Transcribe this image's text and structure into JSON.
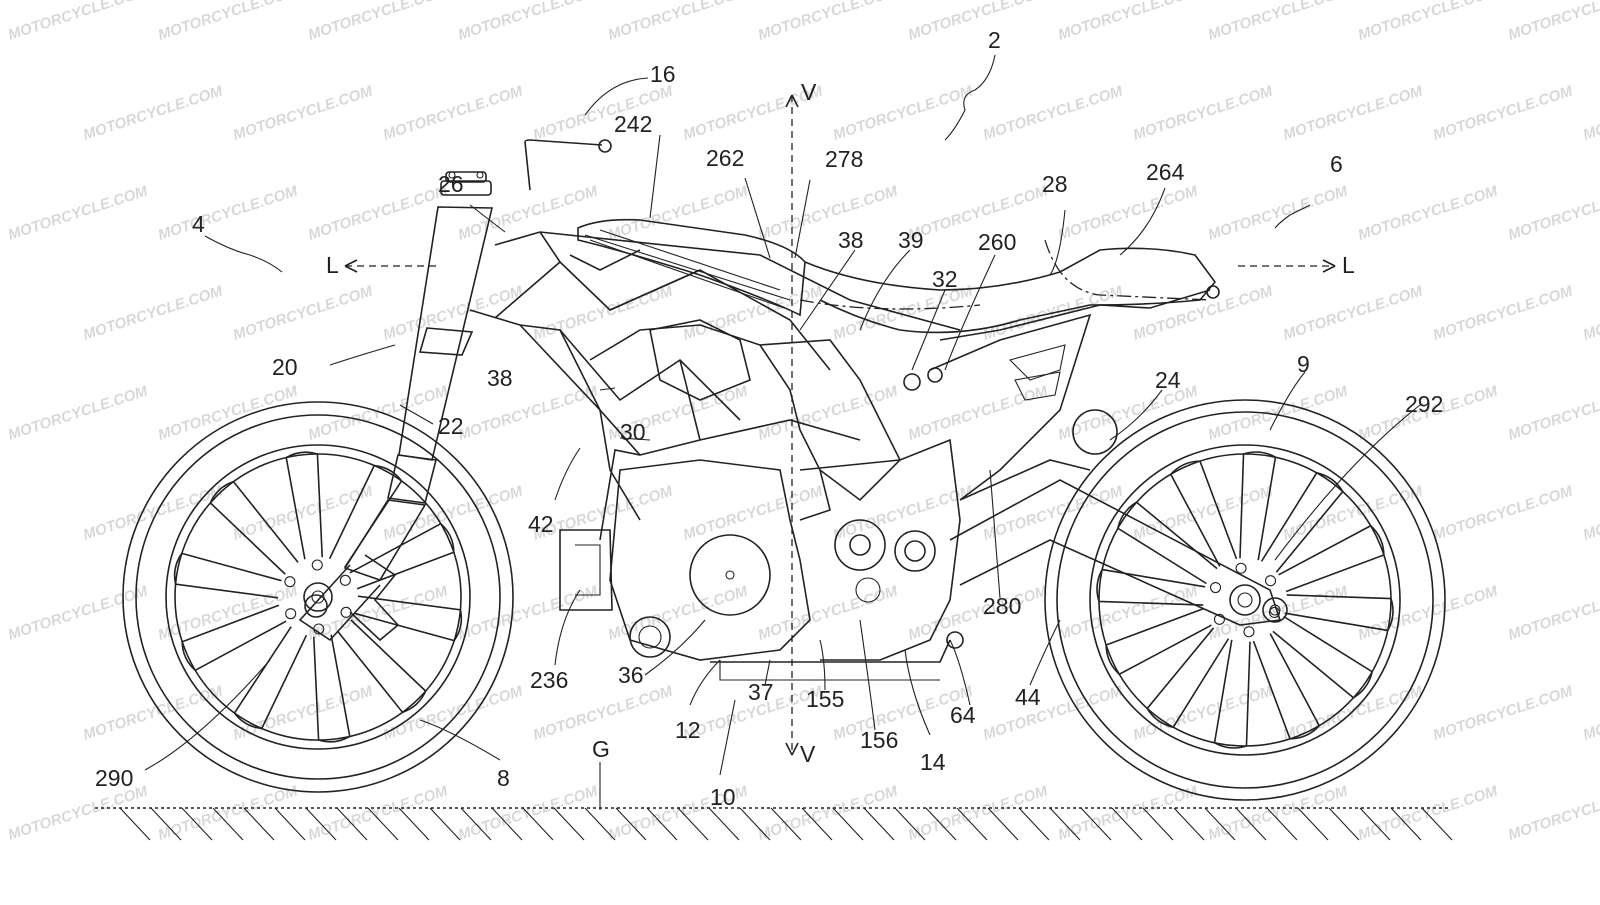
{
  "figure": {
    "type": "patent line drawing",
    "subject": "motorcycle side view",
    "watermark": "MOTORCYCLE.COM",
    "ground_label": "G",
    "axis_labels": {
      "vertical": "V",
      "longitudinal": "L"
    },
    "reference_numerals": {
      "n2": "2",
      "n4": "4",
      "n6": "6",
      "n8": "8",
      "n9": "9",
      "n10": "10",
      "n12": "12",
      "n14": "14",
      "n16": "16",
      "n20": "20",
      "n22": "22",
      "n24": "24",
      "n26": "26",
      "n28": "28",
      "n30": "30",
      "n32": "32",
      "n36": "36",
      "n37": "37",
      "n38a": "38",
      "n38b": "38",
      "n39": "39",
      "n42": "42",
      "n44": "44",
      "n64": "64",
      "n155": "155",
      "n156": "156",
      "n236": "236",
      "n242": "242",
      "n260": "260",
      "n262": "262",
      "n264": "264",
      "n278": "278",
      "n280": "280",
      "n290": "290",
      "n292": "292"
    }
  }
}
